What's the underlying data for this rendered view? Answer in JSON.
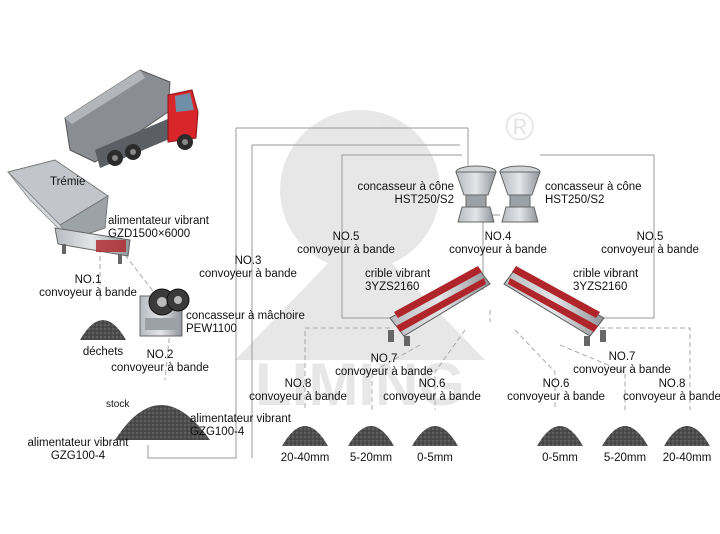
{
  "labels": {
    "hopper": "Trémie",
    "feeder": {
      "name": "alimentateur vibrant",
      "model": "GZD1500×6000"
    },
    "conv1": {
      "no": "NO.1",
      "name": "convoyeur à bande"
    },
    "waste": "déchets",
    "jaw": {
      "name": "concasseur à mâchoire",
      "model": "PEW1100"
    },
    "conv2": {
      "no": "NO.2",
      "name": "convoyeur à bande"
    },
    "stock": "stock",
    "feeder_right": {
      "name": "alimentateur vibrant",
      "model": "GZG100-4"
    },
    "feeder_left": {
      "name": "alimentateur vibrant",
      "model": "GZG100-4"
    },
    "conv3": {
      "no": "NO.3",
      "name": "convoyeur à bande"
    },
    "cone_left": {
      "name": "concasseur à cône",
      "model": "HST250/S2"
    },
    "cone_right": {
      "name": "concasseur à cône",
      "model": "HST250/S2"
    },
    "conv5_left": {
      "no": "NO.5",
      "name": "convoyeur à bande"
    },
    "conv4": {
      "no": "NO.4",
      "name": "convoyeur à bande"
    },
    "conv5_right": {
      "no": "NO.5",
      "name": "convoyeur à bande"
    },
    "screen_left": {
      "name": "crible vibrant",
      "model": "3YZS2160"
    },
    "screen_right": {
      "name": "crible vibrant",
      "model": "3YZS2160"
    },
    "conv7_left": {
      "no": "NO.7",
      "name": "convoyeur à bande"
    },
    "conv7_right": {
      "no": "NO.7",
      "name": "convoyeur à bande"
    },
    "conv8_left": {
      "no": "NO.8",
      "name": "convoyeur à bande"
    },
    "conv6_left": {
      "no": "NO.6",
      "name": "convoyeur à bande"
    },
    "conv6_right": {
      "no": "NO.6",
      "name": "convoyeur à bande"
    },
    "conv8_right": {
      "no": "NO.8",
      "name": "convoyeur à bande"
    },
    "products": [
      "20-40mm",
      "5-20mm",
      "0-5mm",
      "0-5mm",
      "5-20mm",
      "20-40mm"
    ]
  },
  "watermark": {
    "text": "LIMING",
    "symbol": "®"
  },
  "colors": {
    "line": "#9a9a9a",
    "dash": "#aaaaaa",
    "truck_red": "#d8262b",
    "screen_red": "#b0252a",
    "steel": "#8d9196",
    "pile": "#4a4a4a"
  }
}
